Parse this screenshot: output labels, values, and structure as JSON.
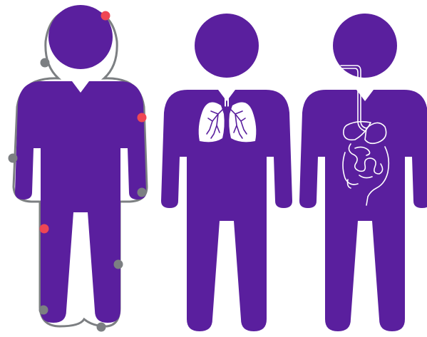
{
  "colors": {
    "figure": "#5a1f9e",
    "outline": "#7c7f82",
    "dot_gray": "#7c7f82",
    "dot_red": "#ef4654",
    "organ_fill": "#ffffff",
    "organ_line": "#ffffff",
    "background": "#ffffff"
  },
  "figures": [
    {
      "name": "skin-figure",
      "icon": "human-silhouette-with-skin-outline",
      "marker_colors": [
        "red",
        "gray",
        "red",
        "gray",
        "gray",
        "red",
        "gray",
        "gray",
        "gray"
      ]
    },
    {
      "name": "lungs-figure",
      "icon": "human-silhouette-with-lungs"
    },
    {
      "name": "digestive-figure",
      "icon": "human-silhouette-with-digestive-tract"
    }
  ]
}
